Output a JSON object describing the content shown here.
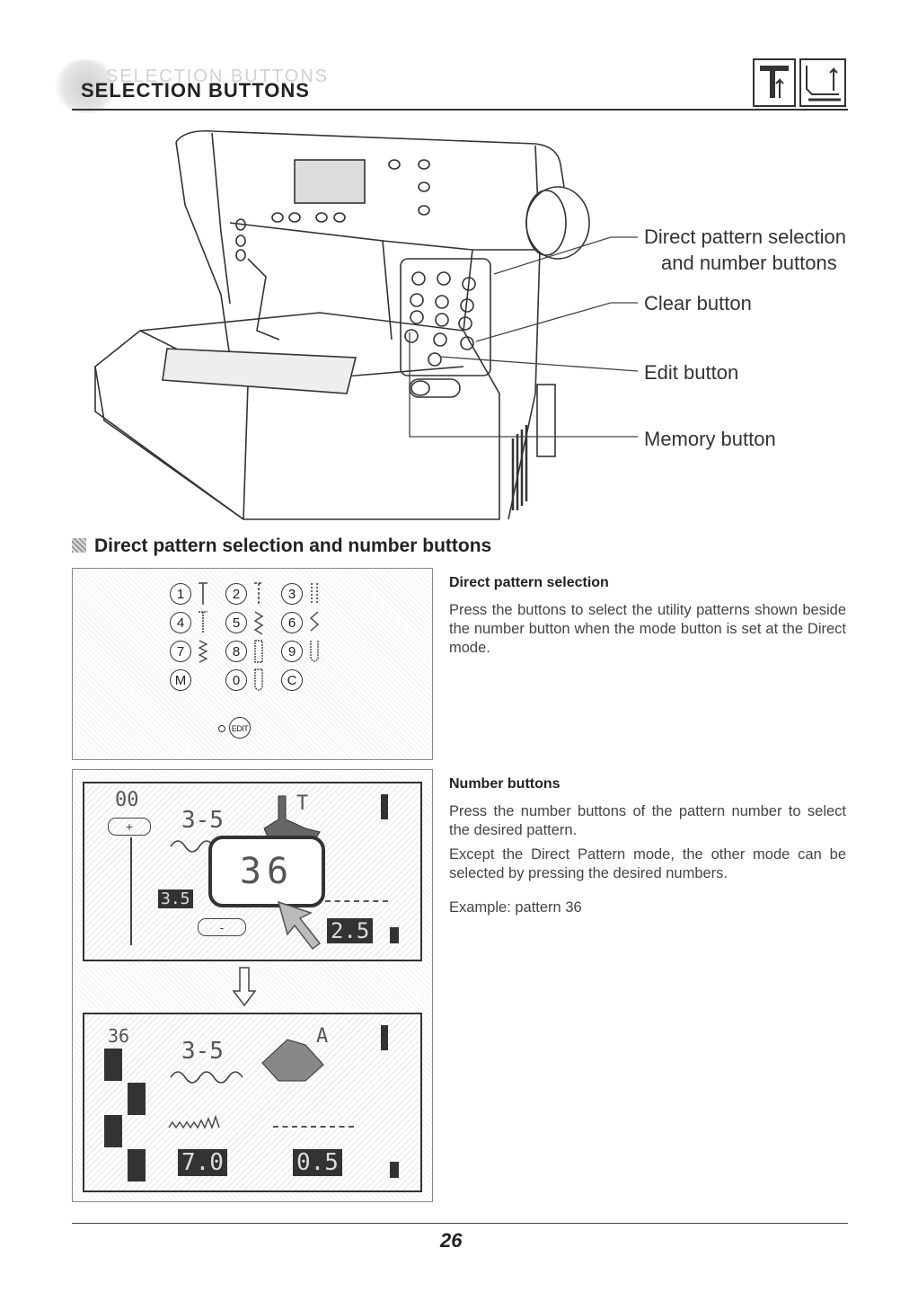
{
  "header": {
    "title": "SELECTION BUTTONS"
  },
  "callouts": [
    {
      "line1": "Direct pattern selection",
      "line2": "and number buttons"
    },
    {
      "line1": "Clear button"
    },
    {
      "line1": "Edit button"
    },
    {
      "line1": "Memory button"
    }
  ],
  "section": {
    "heading": "Direct pattern selection and number buttons"
  },
  "keypad": {
    "rows": [
      [
        "1",
        "2",
        "3"
      ],
      [
        "4",
        "5",
        "6"
      ],
      [
        "7",
        "8",
        "9"
      ],
      [
        "M",
        "0",
        "C"
      ]
    ],
    "edit": "EDIT"
  },
  "direct_selection": {
    "heading": "Direct pattern selection",
    "text": "Press the buttons to select the utility patterns shown beside the number button when the mode button is set at the Direct mode."
  },
  "number_buttons": {
    "heading": "Number buttons",
    "text1": "Press the number buttons of the pattern number to select the desired pattern.",
    "text2": "Except the Direct Pattern mode, the other mode can be selected by pressing the desired numbers.",
    "text3": "Example: pattern 36"
  },
  "lcd1": {
    "pattern": "00",
    "plus": "+",
    "minus": "-",
    "foot_code": "3-5",
    "foot_letter": "T",
    "entered": "36",
    "width": "3.5",
    "length": "2.5"
  },
  "lcd2": {
    "pattern": "36",
    "foot_code": "3-5",
    "foot_letter": "A",
    "width": "7.0",
    "length": "0.5"
  },
  "footer": {
    "page": "26"
  }
}
